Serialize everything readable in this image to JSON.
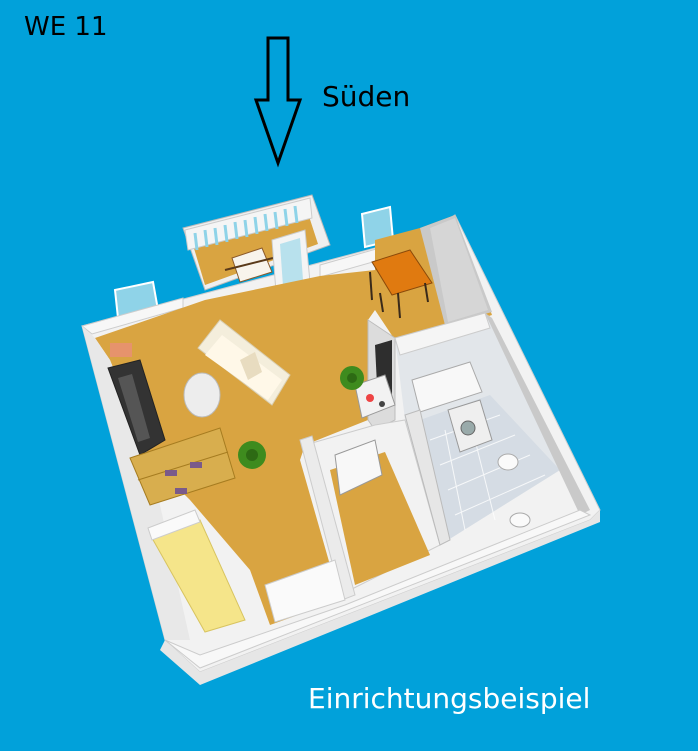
{
  "title": "WE 11",
  "compass": {
    "label": "Süden",
    "arrow_direction": "down",
    "icon": "arrow-down-icon"
  },
  "caption": "Einrichtungsbeispiel",
  "colors": {
    "background": "#01A1DA",
    "floor_wood": "#D9A441",
    "floor_tile": "#D5DCE4",
    "wall_white": "#F2F2F2",
    "wall_shade": "#C9C9C9",
    "bed_yellow": "#F5E58A",
    "shelf_wood": "#D8AE4E",
    "tv_dark": "#333333",
    "table_orange": "#E07A10",
    "sofa_cream": "#F4EEDC",
    "plant_green": "#3E8B1E",
    "window_glass": "#8FD3E8"
  },
  "rooms": [
    {
      "name": "balcony",
      "type": "balkony"
    },
    {
      "name": "living-room",
      "type": "living"
    },
    {
      "name": "kitchen",
      "type": "kitchen"
    },
    {
      "name": "bathroom",
      "type": "bath"
    },
    {
      "name": "hallway",
      "type": "hall"
    },
    {
      "name": "sleeping-area",
      "type": "bedroom"
    }
  ]
}
